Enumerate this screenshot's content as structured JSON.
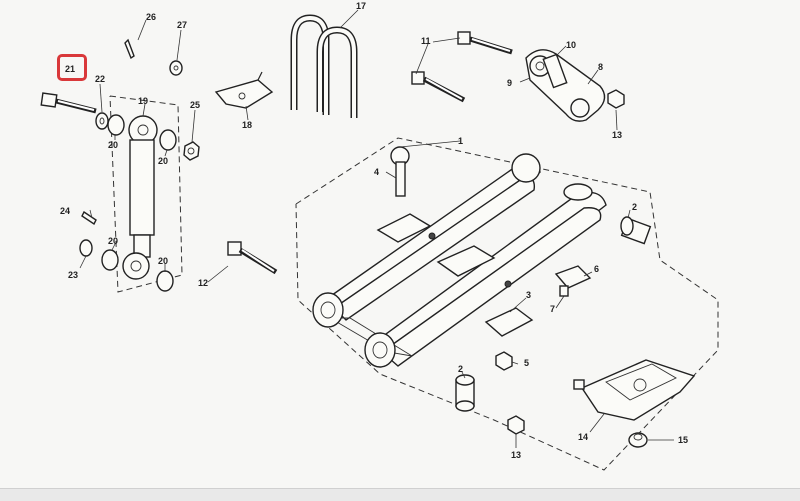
{
  "diagram": {
    "highlighted_callout": "21",
    "callouts": {
      "c1": "1",
      "c2a": "2",
      "c2b": "2",
      "c3": "3",
      "c4": "4",
      "c5": "5",
      "c6": "6",
      "c7": "7",
      "c8": "8",
      "c9": "9",
      "c10": "10",
      "c11": "11",
      "c12": "12",
      "c13a": "13",
      "c13b": "13",
      "c14": "14",
      "c15": "15",
      "c17": "17",
      "c18": "18",
      "c19": "19",
      "c20a": "20",
      "c20b": "20",
      "c20c": "20",
      "c20d": "20",
      "c21": "21",
      "c22": "22",
      "c23": "23",
      "c24": "24",
      "c25": "25",
      "c26": "26",
      "c27": "27"
    }
  }
}
